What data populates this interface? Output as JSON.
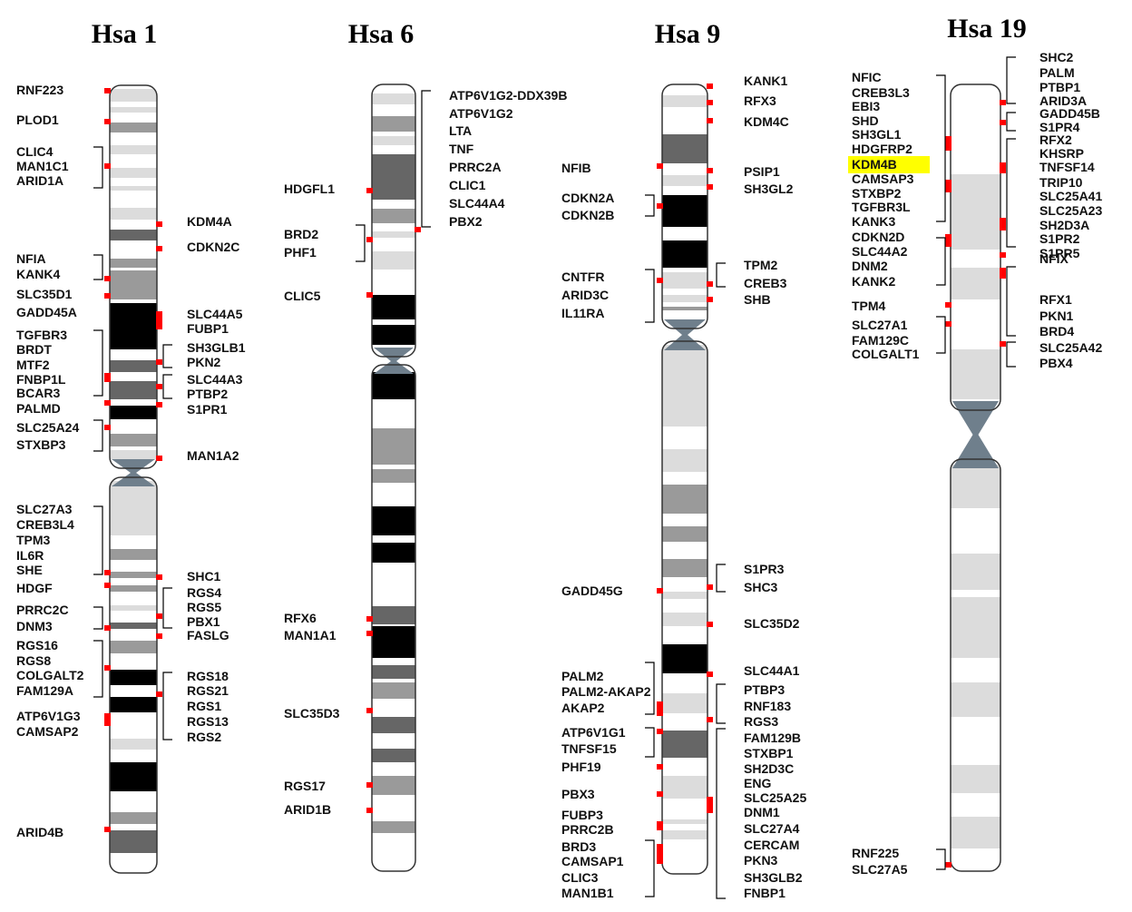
{
  "colors": {
    "marker": "#ff0000",
    "centromere": "#6f7f8c",
    "outline": "#333333",
    "highlight": "#ffff00",
    "bands": {
      "white": "#ffffff",
      "light": "#dcdcdc",
      "mid": "#9a9a9a",
      "dark": "#666666",
      "black": "#000000"
    }
  },
  "chromosomes": [
    {
      "title": "Hsa 1",
      "left_genes": [
        "RNF223",
        "PLOD1",
        "CLIC4",
        "MAN1C1",
        "ARID1A",
        "NFIA",
        "KANK4",
        "SLC35D1",
        "GADD45A",
        "TGFBR3",
        "BRDT",
        "MTF2",
        "FNBP1L",
        "BCAR3",
        "PALMD",
        "SLC25A24",
        "STXBP3",
        "SLC27A3",
        "CREB3L4",
        "TPM3",
        "IL6R",
        "SHE",
        "HDGF",
        "PRRC2C",
        "DNM3",
        "RGS16",
        "RGS8",
        "COLGALT2",
        "FAM129A",
        "ATP6V1G3",
        "CAMSAP2",
        "ARID4B"
      ],
      "right_genes": [
        "KDM4A",
        "CDKN2C",
        "SLC44A5",
        "FUBP1",
        "SH3GLB1",
        "PKN2",
        "SLC44A3",
        "PTBP2",
        "S1PR1",
        "MAN1A2",
        "SHC1",
        "RGS4",
        "RGS5",
        "PBX1",
        "FASLG",
        "RGS18",
        "RGS21",
        "RGS1",
        "RGS13",
        "RGS2"
      ]
    },
    {
      "title": "Hsa 6",
      "left_genes": [
        "HDGFL1",
        "BRD2",
        "PHF1",
        "CLIC5",
        "RFX6",
        "MAN1A1",
        "SLC35D3",
        "RGS17",
        "ARID1B"
      ],
      "right_genes": [
        "ATP6V1G2-DDX39B",
        "ATP6V1G2",
        "LTA",
        "TNF",
        "PRRC2A",
        "CLIC1",
        "SLC44A4",
        "PBX2"
      ]
    },
    {
      "title": "Hsa 9",
      "left_genes": [
        "NFIB",
        "CDKN2A",
        "CDKN2B",
        "CNTFR",
        "ARID3C",
        "IL11RA",
        "GADD45G",
        "PALM2",
        "PALM2-AKAP2",
        "AKAP2",
        "ATP6V1G1",
        "TNFSF15",
        "PHF19",
        "PBX3",
        "FUBP3",
        "PRRC2B",
        "BRD3",
        "CAMSAP1",
        "CLIC3",
        "MAN1B1"
      ],
      "right_genes": [
        "KANK1",
        "RFX3",
        "KDM4C",
        "PSIP1",
        "SH3GL2",
        "TPM2",
        "CREB3",
        "SHB",
        "S1PR3",
        "SHC3",
        "SLC35D2",
        "SLC44A1",
        "PTBP3",
        "RNF183",
        "RGS3",
        "FAM129B",
        "STXBP1",
        "SH2D3C",
        "ENG",
        "SLC25A25",
        "DNM1",
        "SLC27A4",
        "CERCAM",
        "PKN3",
        "SH3GLB2",
        "FNBP1"
      ]
    },
    {
      "title": "Hsa 19",
      "left_genes": [
        "NFIC",
        "CREB3L3",
        "EBI3",
        "SHD",
        "SH3GL1",
        "HDGFRP2",
        "KDM4B",
        "CAMSAP3",
        "STXBP2",
        "TGFBR3L",
        "KANK3",
        "CDKN2D",
        "SLC44A2",
        "DNM2",
        "KANK2",
        "TPM4",
        "SLC27A1",
        "FAM129C",
        "COLGALT1",
        "RNF225",
        "SLC27A5"
      ],
      "right_genes": [
        "SHC2",
        "PALM",
        "PTBP1",
        "ARID3A",
        "GADD45B",
        "S1PR4",
        "RFX2",
        "KHSRP",
        "TNFSF14",
        "TRIP10",
        "SLC25A41",
        "SLC25A23",
        "SH2D3A",
        "S1PR2",
        "S1PR5",
        "NFIX",
        "RFX1",
        "PKN1",
        "BRD4",
        "SLC25A42",
        "PBX4"
      ],
      "highlighted_gene": "KDM4B"
    }
  ]
}
